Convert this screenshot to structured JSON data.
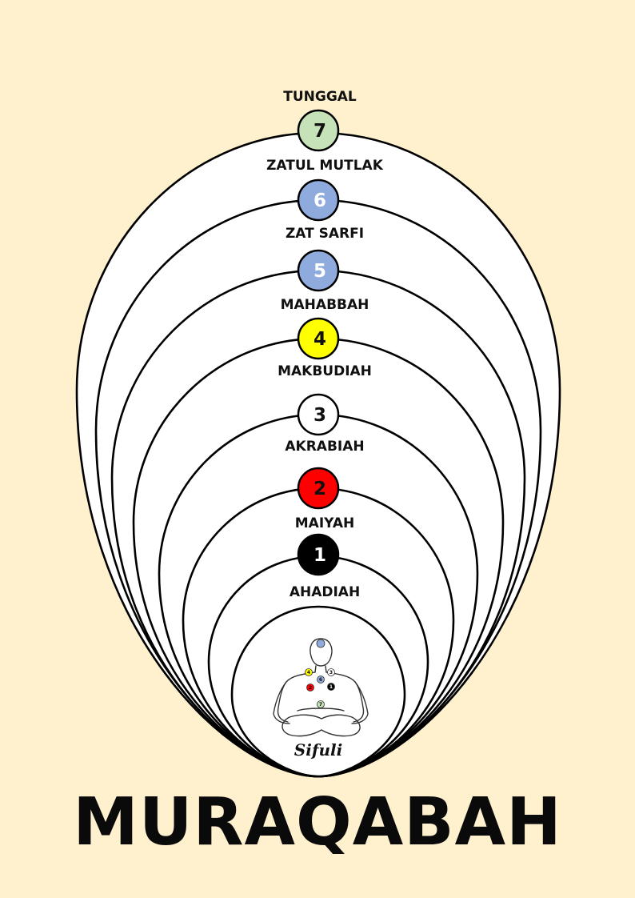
{
  "title": "MURAQABAH",
  "levels": [
    {
      "number": "7",
      "label_above": "TUNGGAL",
      "label_below": "ZATUL MUTLAK",
      "fill": "#C6E2B8",
      "text_color": "#111111"
    },
    {
      "number": "6",
      "label_below": "ZAT SARFI",
      "fill": "#8FAADC",
      "text_color": "#FFFFFF"
    },
    {
      "number": "5",
      "label_below": "MAHABBAH",
      "fill": "#8FAADC",
      "text_color": "#FFFFFF"
    },
    {
      "number": "4",
      "label_below": "MAKBUDIAH",
      "fill": "#FFFF00",
      "text_color": "#111111"
    },
    {
      "number": "3",
      "label_below": "AKRABIAH",
      "fill": "#FFFFFF",
      "text_color": "#111111"
    },
    {
      "number": "2",
      "label_below": "MAIYAH",
      "fill": "#FF0000",
      "text_color": "#111111"
    },
    {
      "number": "1",
      "label_below": "AHADIAH",
      "fill": "#000000",
      "text_color": "#FFFFFF"
    }
  ],
  "figure": {
    "brand": "Sifuli",
    "points": [
      {
        "number": "",
        "fill": "#8FAADC"
      },
      {
        "number": "4",
        "fill": "#FFFF00"
      },
      {
        "number": "3",
        "fill": "#FFFFFF"
      },
      {
        "number": "6",
        "fill": "#8FAADC"
      },
      {
        "number": "2",
        "fill": "#FF0000"
      },
      {
        "number": "1",
        "fill": "#000000"
      },
      {
        "number": "7",
        "fill": "#C6E2B8"
      }
    ]
  },
  "colors": {
    "background": "#FFF0CE",
    "outline": "#000000",
    "ellipse_fill": "#FFFFFF"
  }
}
